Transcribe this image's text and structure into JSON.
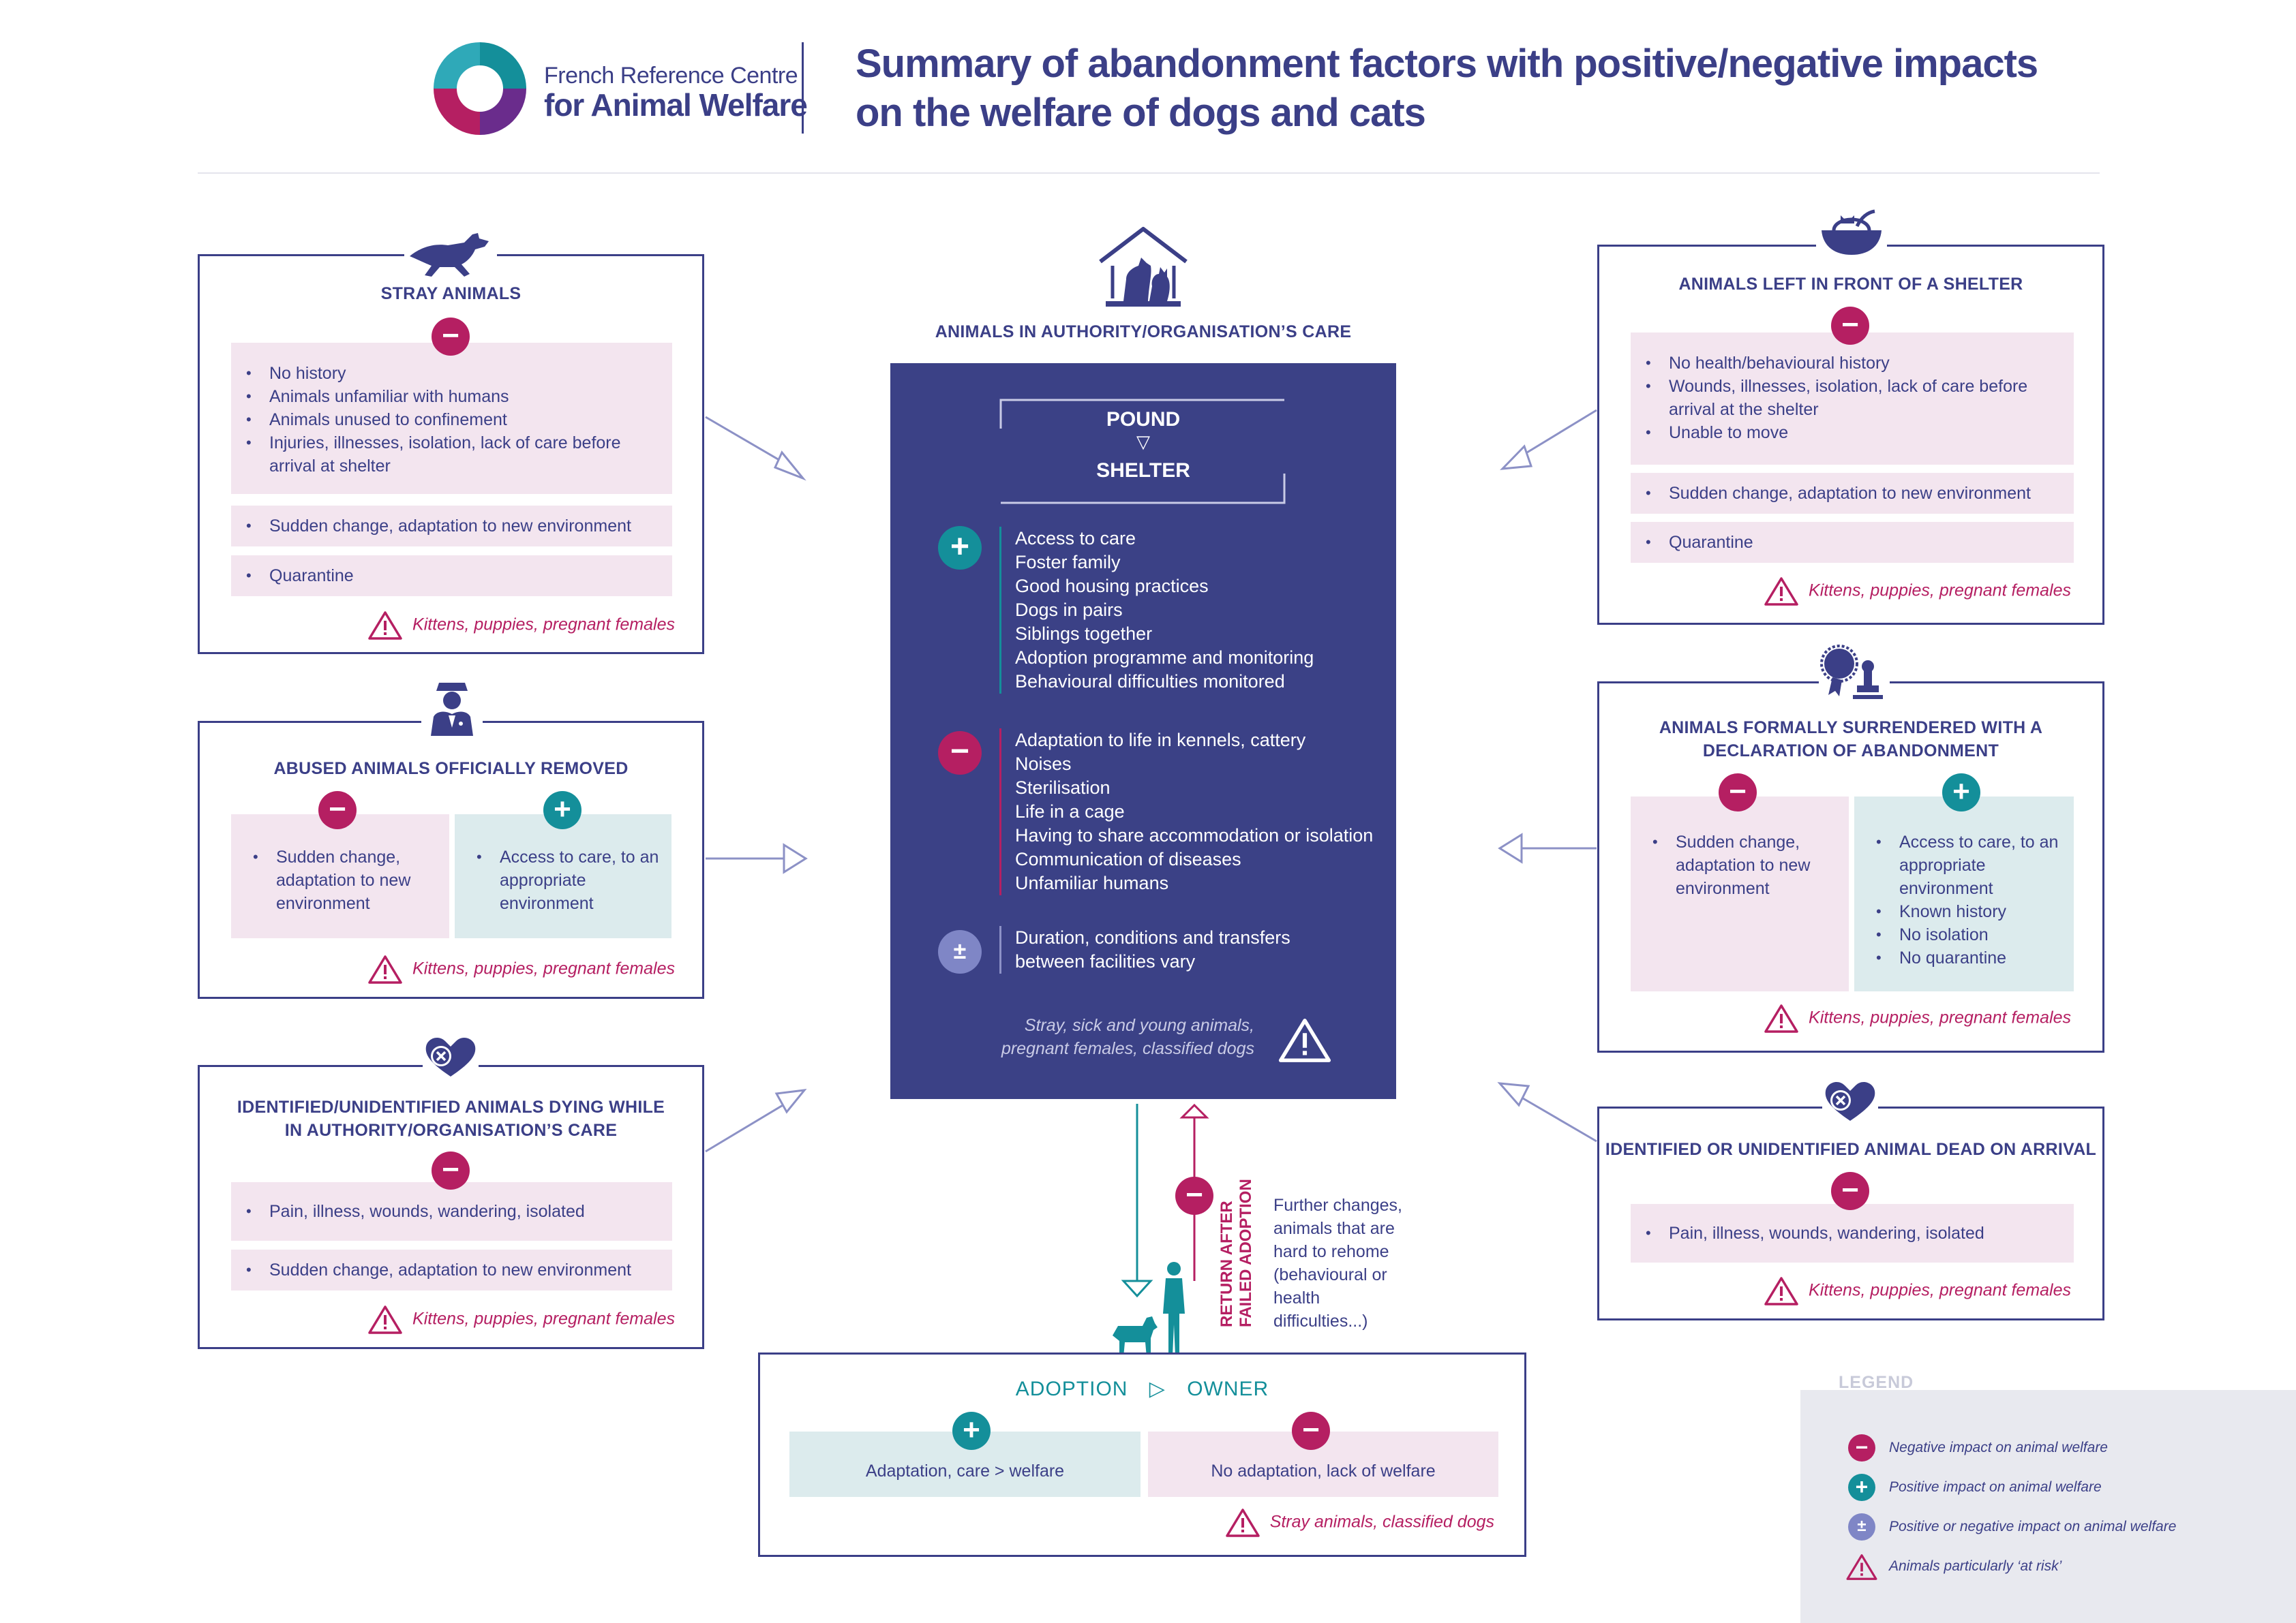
{
  "header": {
    "logo": {
      "line1": "French Reference Centre",
      "line2": "for Animal Welfare"
    },
    "title_line1": "Summary of abandonment factors with positive/negative impacts",
    "title_line2": "on the welfare of dogs and cats"
  },
  "colors": {
    "navy": "#3b3f87",
    "magenta": "#b51f62",
    "teal": "#148f9a",
    "neg_panel": "#f3e5ef",
    "pos_panel": "#dcebed",
    "central": "#3b4186",
    "mixed": "#7f86c6"
  },
  "risk_text": "Kittens, puppies, pregnant females",
  "stray": {
    "icon": "running-dog-icon",
    "title": "STRAY ANIMALS",
    "neg_items": [
      "No history",
      "Animals unfamiliar with humans",
      "Animals unused to confinement",
      "Injuries, illnesses, isolation, lack of care before arrival at shelter"
    ],
    "item2": "Sudden change, adaptation to new environment",
    "item3": "Quarantine"
  },
  "abused": {
    "icon": "officer-icon",
    "title": "ABUSED ANIMALS OFFICIALLY REMOVED",
    "neg_items": [
      "Sudden change, adaptation to new environment"
    ],
    "pos_items": [
      "Access to care, to an appropriate environment"
    ]
  },
  "dying": {
    "icon": "broken-heart-icon",
    "title_line1": "IDENTIFIED/UNIDENTIFIED ANIMALS DYING WHILE",
    "title_line2": "IN AUTHORITY/ORGANISATION’S CARE",
    "item1": "Pain, illness, wounds, wandering, isolated",
    "item2": "Sudden change, adaptation to new environment"
  },
  "center": {
    "icon": "shelter-house-icon",
    "title": "ANIMALS IN AUTHORITY/ORGANISATION’S CARE",
    "pound": "POUND",
    "arrow": "▽",
    "shelter": "SHELTER",
    "pos_items": [
      "Access to care",
      "Foster family",
      "Good housing practices",
      "Dogs in pairs",
      "Siblings together",
      "Adoption programme and monitoring",
      "Behavioural difficulties monitored"
    ],
    "neg_items": [
      "Adaptation to life in kennels, cattery",
      "Noises",
      "Sterilisation",
      "Life in a cage",
      "Having to share accommodation or isolation",
      "Communication of diseases",
      "Unfamiliar humans"
    ],
    "mixed_items": [
      "Duration, conditions and transfers",
      "between facilities vary"
    ],
    "risk_line1": "Stray, sick and young animals,",
    "risk_line2": "pregnant females, classified dogs"
  },
  "left_front": {
    "icon": "cat-basket-icon",
    "title": "ANIMALS LEFT IN FRONT OF A SHELTER",
    "neg_items": [
      "No health/behavioural history",
      "Wounds, illnesses, isolation, lack of care before arrival at the shelter",
      "Unable to move"
    ],
    "item2": "Sudden change, adaptation to new environment",
    "item3": "Quarantine"
  },
  "surrendered": {
    "icon": "official-seal-icon",
    "title_line1": "ANIMALS FORMALLY SURRENDERED WITH A",
    "title_line2": "DECLARATION OF ABANDONMENT",
    "neg_items": [
      "Sudden change, adaptation to new environment"
    ],
    "pos_items": [
      "Access to care, to an appropriate environment",
      "Known history",
      "No isolation",
      "No quarantine"
    ]
  },
  "dead_arrival": {
    "icon": "broken-heart-icon",
    "title": "IDENTIFIED OR UNIDENTIFIED ANIMAL DEAD ON ARRIVAL",
    "item1": "Pain, illness, wounds, wandering, isolated"
  },
  "return": {
    "label_line1": "RETURN AFTER",
    "label_line2": "FAILED ADOPTION",
    "text": [
      "Further changes,",
      "animals that are",
      "hard to rehome",
      "(behavioural or",
      "health",
      "difficulties...)"
    ]
  },
  "adoption": {
    "icon": "owner-with-dog-icon",
    "title": "ADOPTION",
    "arrow": "▷",
    "title2": "OWNER",
    "pos": "Adaptation, care > welfare",
    "neg": "No adaptation, lack of welfare",
    "risk": "Stray animals, classified dogs"
  },
  "legend": {
    "title": "LEGEND",
    "neg": "Negative impact on animal welfare",
    "pos": "Positive impact on animal welfare",
    "mixed": "Positive or negative impact on animal welfare",
    "risk": "Animals particularly ‘at risk’"
  }
}
